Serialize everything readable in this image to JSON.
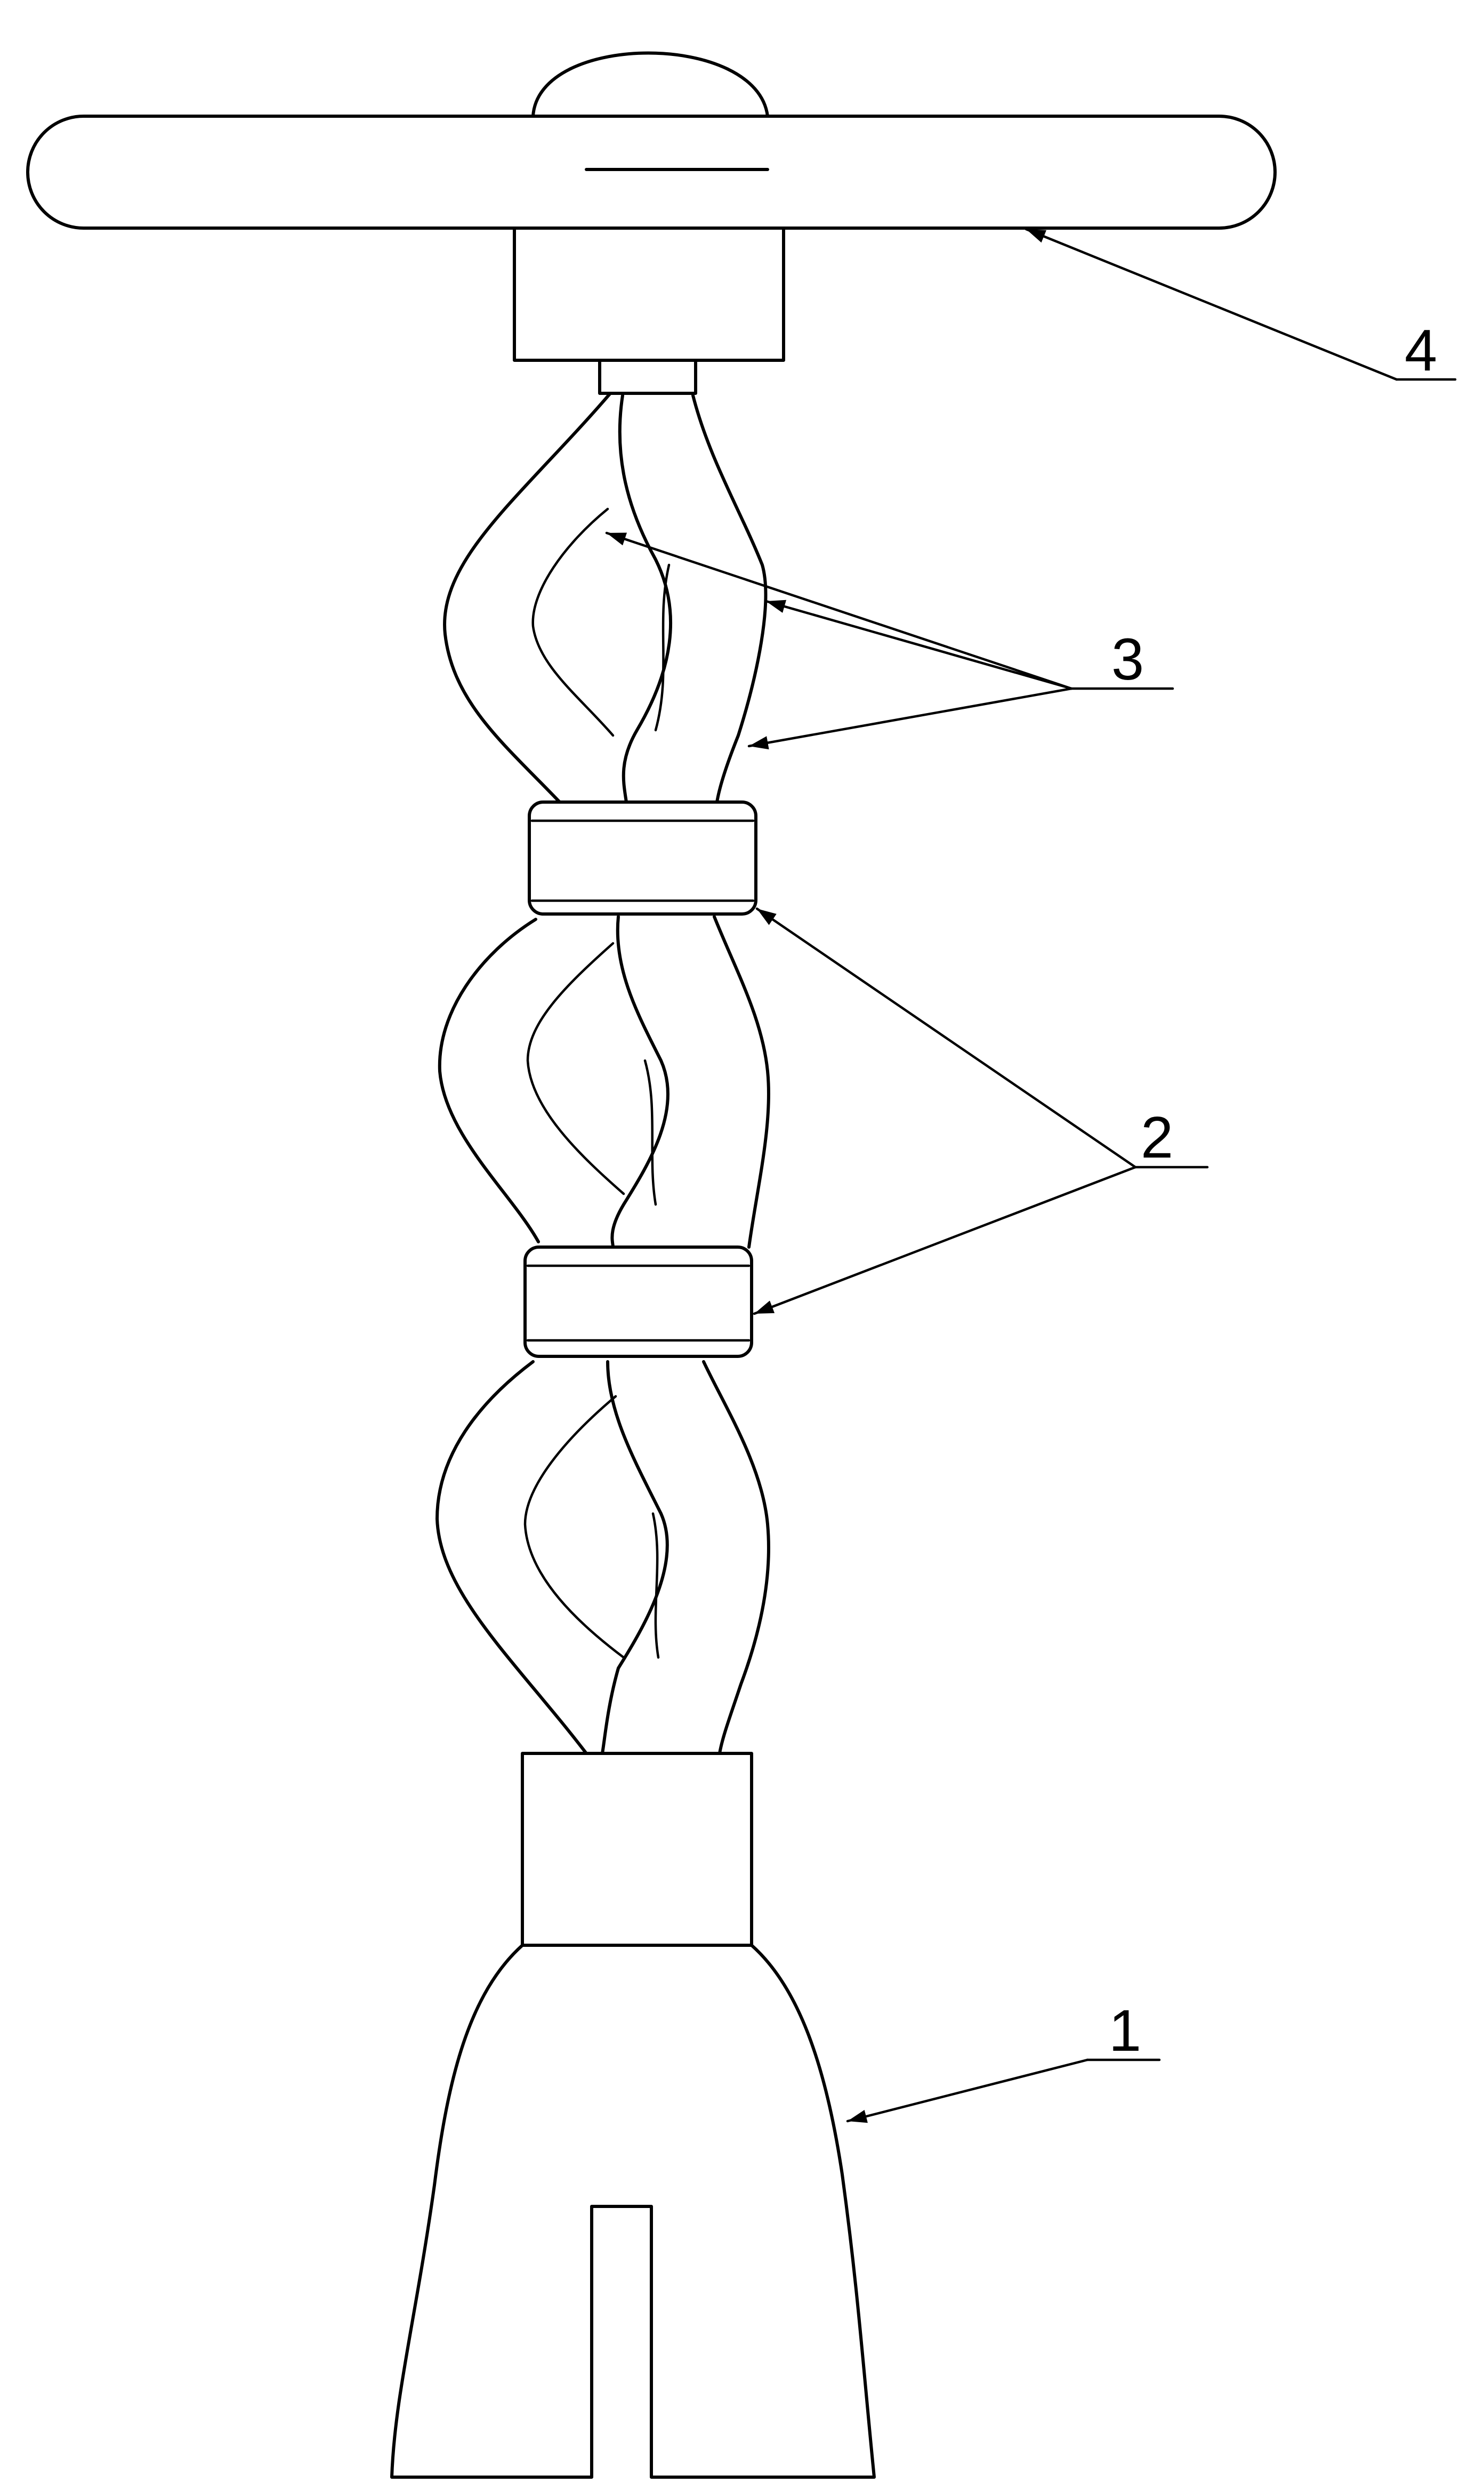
{
  "labels": {
    "part_1": "1",
    "part_2": "2",
    "part_3": "3",
    "part_4": "4"
  },
  "style": {
    "line_color": "#000000",
    "background": "#ffffff"
  }
}
